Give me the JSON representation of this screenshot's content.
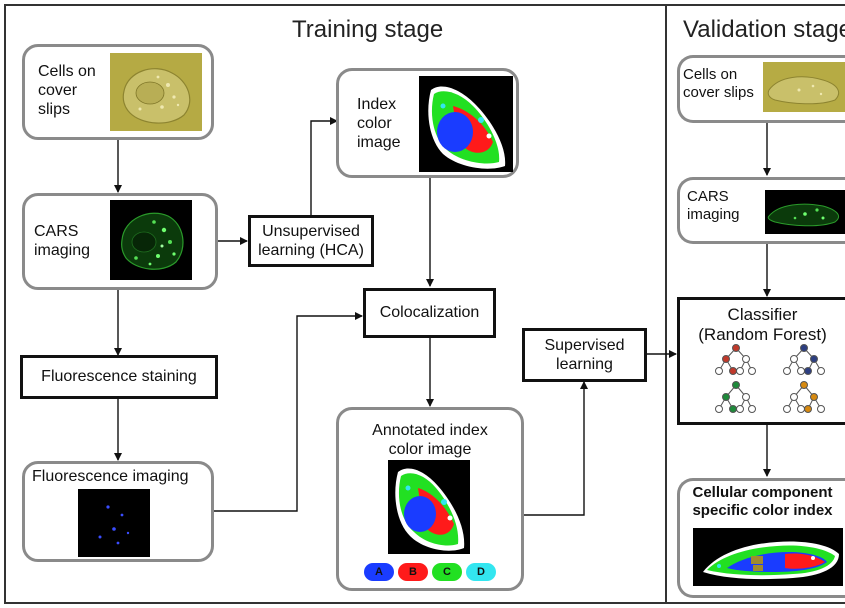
{
  "training": {
    "title": "Training stage"
  },
  "validation": {
    "title": "Validation stage"
  },
  "boxes": {
    "cells_cover": "Cells on\ncover\nslips",
    "cars": "CARS\nimaging",
    "fluo_staining": "Fluorescence staining",
    "fluo_imaging": "Fluorescence imaging",
    "unsupervised": "Unsupervised\nlearning (HCA)",
    "index_color": "Index\ncolor\nimage",
    "colocalization": "Colocalization",
    "annotated": "Annotated index\ncolor image",
    "supervised": "Supervised\nlearning",
    "v_cells": "Cells on\ncover slips",
    "v_cars": "CARS\nimaging",
    "classifier": "Classifier\n(Random Forest)",
    "cellular": "Cellular component\nspecific color index"
  },
  "legend": [
    {
      "label": "A",
      "color": "#1a3cff"
    },
    {
      "label": "B",
      "color": "#ff1a1a"
    },
    {
      "label": "C",
      "color": "#22e022"
    },
    {
      "label": "D",
      "color": "#33e6f0"
    }
  ]
}
